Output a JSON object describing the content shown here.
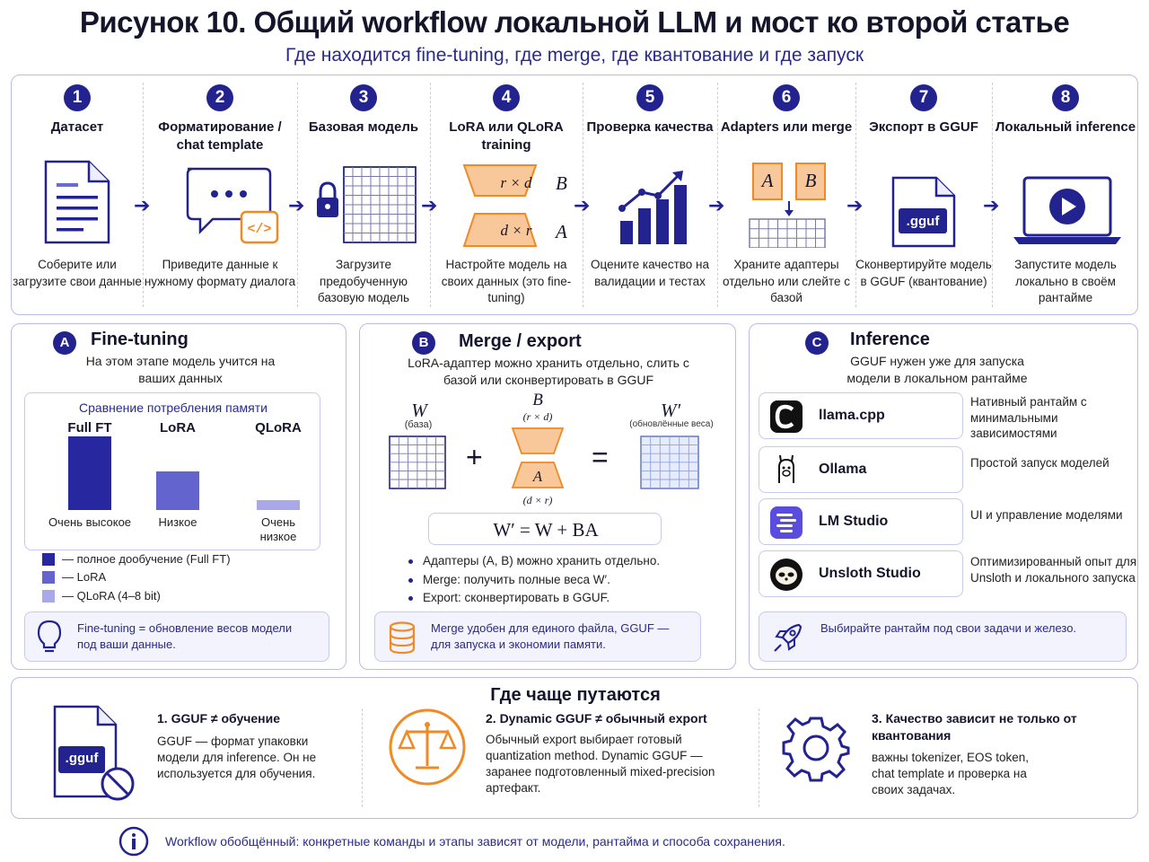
{
  "header": {
    "title": "Рисунок 10. Общий workflow локальной LLM и мост ко второй статье",
    "subtitle": "Где находится fine-tuning, где merge, где квантование и где запуск"
  },
  "steps": [
    {
      "num": "1",
      "title": "Датасет",
      "desc": "Соберите или загрузите свои данные"
    },
    {
      "num": "2",
      "title": "Форматирование / chat template",
      "desc": "Приведите данные к нужному формату диалога"
    },
    {
      "num": "3",
      "title": "Базовая модель",
      "desc": "Загрузите предобученную базовую модель"
    },
    {
      "num": "4",
      "title": "LoRA или QLoRA training",
      "desc": "Настройте модель на своих данных (это fine-tuning)"
    },
    {
      "num": "5",
      "title": "Проверка качества",
      "desc": "Оцените качество на валидации и тестах"
    },
    {
      "num": "6",
      "title": "Adapters или merge",
      "desc": "Храните адаптеры отдельно или слейте с базой"
    },
    {
      "num": "7",
      "title": "Экспорт в GGUF",
      "desc": "Сконвертируйте модель в GGUF (квантование)"
    },
    {
      "num": "8",
      "title": "Локальный inference",
      "desc": "Запустите модель локально в своём рантайме"
    }
  ],
  "step_glyphs": {
    "lora_top": "r × d",
    "lora_bottom": "d × r",
    "lora_b": "B",
    "lora_a": "A",
    "adapter_a": "A",
    "adapter_b": "B",
    "gguf": ".gguf"
  },
  "fine_tuning": {
    "badge": "A",
    "title": "Fine-tuning",
    "subtitle": "На этом этапе модель учится на ваших данных",
    "chart_title": "Сравнение потребления памяти",
    "note": "Fine-tuning = обновление весов модели под ваши данные.",
    "legend": [
      "— полное дообучение (Full FT)",
      "— LoRA",
      "— QLoRA (4–8 bit)"
    ]
  },
  "chart_data": {
    "type": "bar",
    "title": "Сравнение потребления памяти",
    "categories": [
      "Full FT",
      "LoRA",
      "QLoRA"
    ],
    "level_labels": [
      "Очень высокое",
      "Низкое",
      "Очень низкое"
    ],
    "values": [
      100,
      52,
      14
    ],
    "colors": [
      "#2727a0",
      "#6464cf",
      "#a9a9ea"
    ],
    "legend_placement": "bottom",
    "grid": false
  },
  "merge": {
    "badge": "B",
    "title": "Merge / export",
    "subtitle": "LoRA-адаптер можно хранить отдельно, слить с базой или сконвертировать в GGUF",
    "w_label": "W",
    "w_sub": "(база)",
    "b_label": "B",
    "b_dim": "(r × d)",
    "a_label": "A",
    "a_dim": "(d × r)",
    "wp_label": "W′",
    "wp_sub": "(обновлённые веса)",
    "plus": "+",
    "equals": "=",
    "formula": "W′ = W + BA",
    "bullets": [
      "Адаптеры (A, B) можно хранить отдельно.",
      "Merge: получить полные веса W′.",
      "Export: сконвертировать в GGUF."
    ],
    "note": "Merge удобен для единого файла, GGUF — для запуска и экономии памяти."
  },
  "inference": {
    "badge": "C",
    "title": "Inference",
    "subtitle": "GGUF нужен уже для запуска модели в локальном рантайме",
    "runtimes": [
      {
        "name": "llama.cpp",
        "desc": "Нативный рантайм с минимальными зависимостями",
        "icon": "llama-cpp-icon"
      },
      {
        "name": "Ollama",
        "desc": "Простой запуск моделей",
        "icon": "ollama-icon"
      },
      {
        "name": "LM Studio",
        "desc": "UI и управление моделями",
        "icon": "lm-studio-icon"
      },
      {
        "name": "Unsloth Studio",
        "desc": "Оптимизированный опыт для Unsloth и локального запуска",
        "icon": "unsloth-icon"
      }
    ],
    "note": "Выбирайте рантайм под свои задачи и железо."
  },
  "confusions": {
    "title": "Где чаще путаются",
    "items": [
      {
        "title": "1. GGUF ≠ обучение",
        "desc": "GGUF — формат упаковки модели для inference. Он не используется для обучения.",
        "icon": "gguf-file-no-icon"
      },
      {
        "title": "2. Dynamic GGUF ≠ обычный export",
        "desc": "Обычный export выбирает готовый quantization method. Dynamic GGUF — заранее подготовленный mixed-precision артефакт.",
        "icon": "scales-icon"
      },
      {
        "title": "3. Качество зависит не только от квантования",
        "desc": "важны tokenizer, EOS token, chat template и проверка на своих задачах.",
        "icon": "gear-icon"
      }
    ],
    "gguf_label": ".gguf"
  },
  "footer": {
    "text": "Workflow обобщённый: конкретные команды и этапы зависят от модели, рантайма и способа сохранения."
  },
  "colors": {
    "primary": "#23238f",
    "accent": "#f08a24",
    "border": "#b8bce8"
  }
}
